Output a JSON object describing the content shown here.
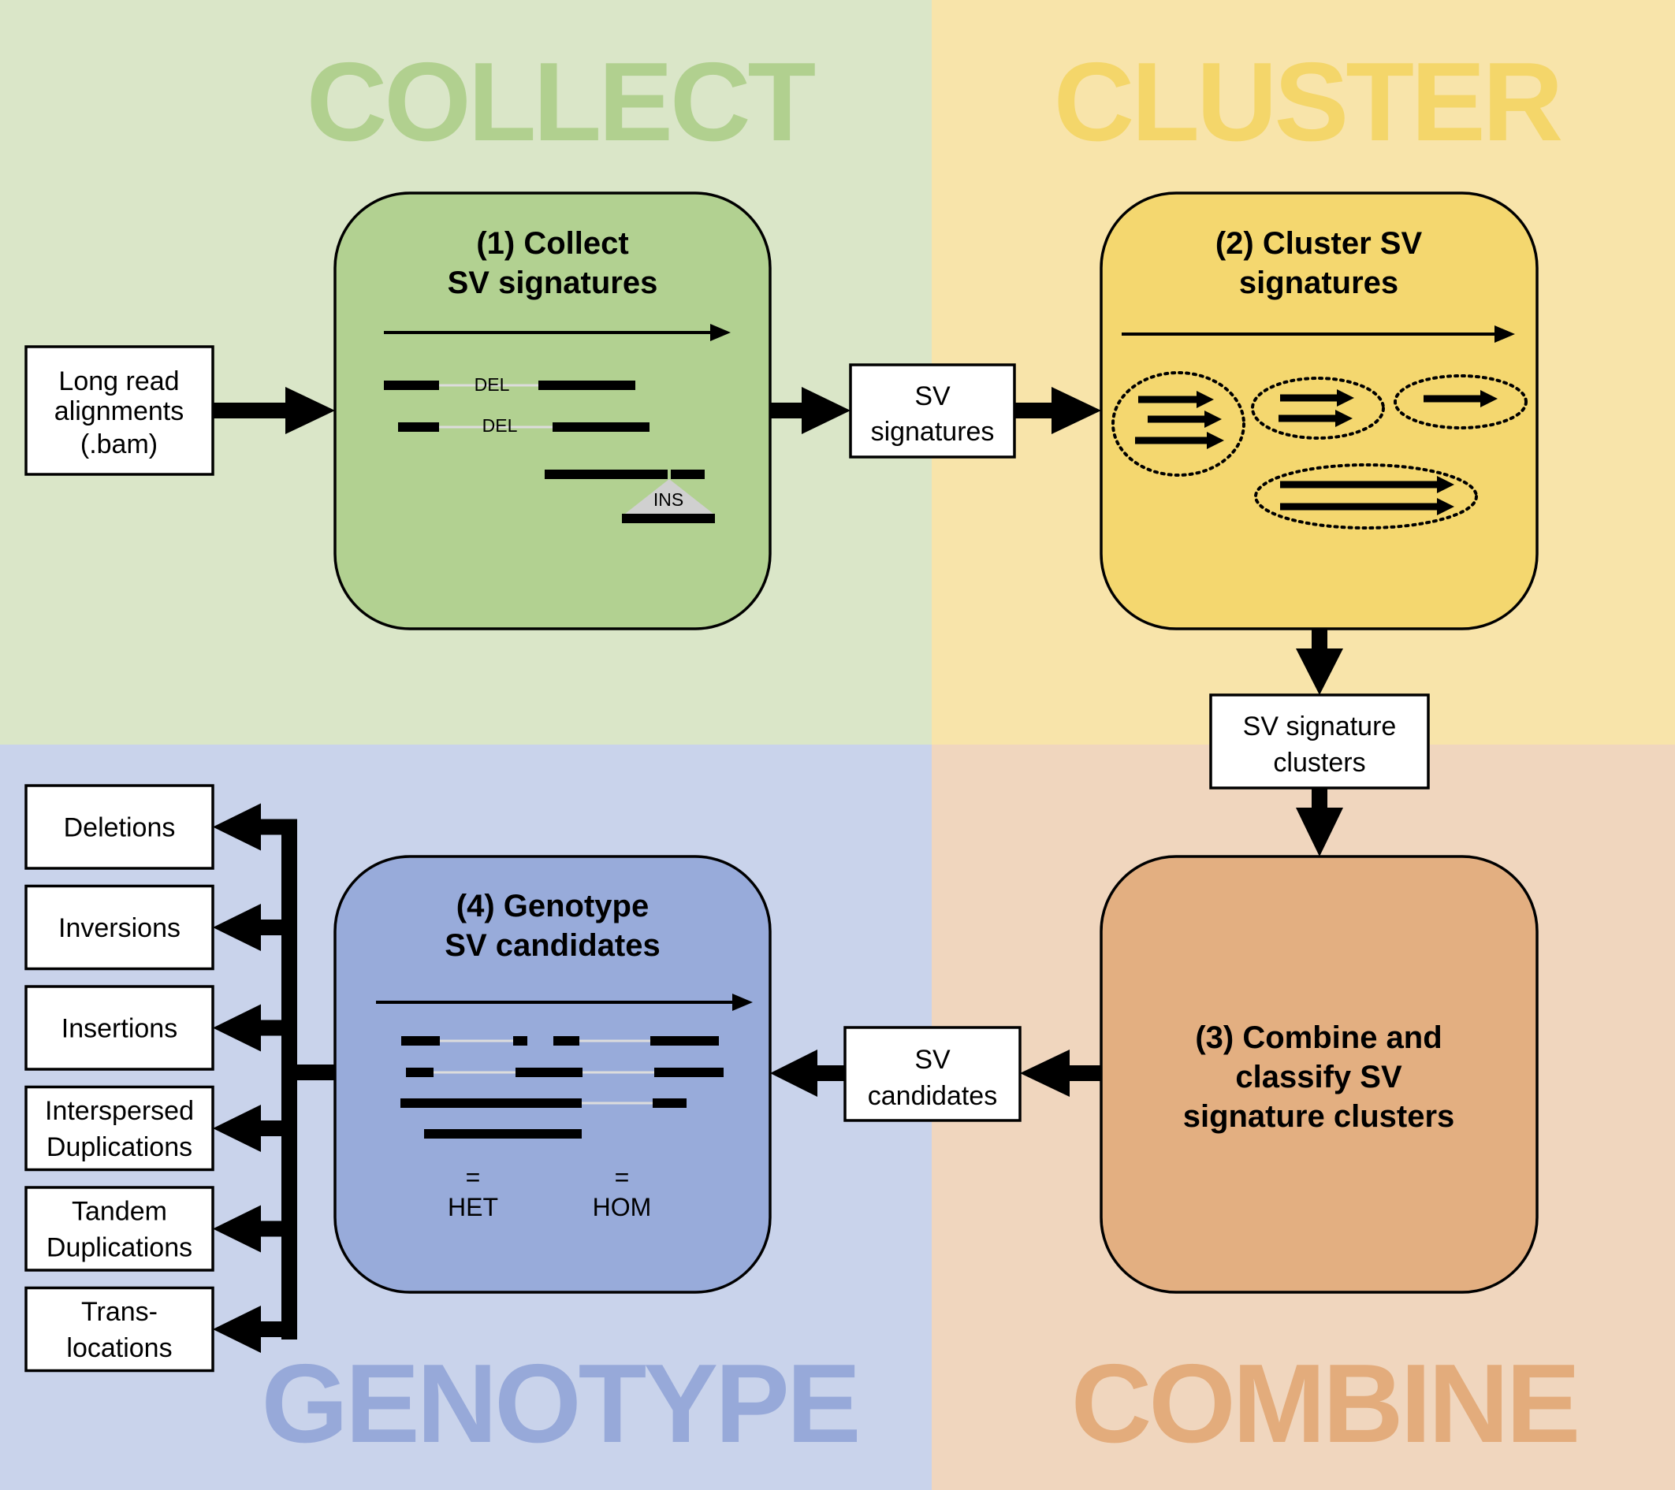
{
  "quadrants": {
    "collect": {
      "title": "COLLECT",
      "bg": "#dae6c8",
      "title_color": "#b1d08f"
    },
    "cluster": {
      "title": "CLUSTER",
      "bg": "#f8e4aa",
      "title_color": "#f4d66a"
    },
    "genotype": {
      "title": "GENOTYPE",
      "bg": "#c9d3eb",
      "title_color": "#97a9d9"
    },
    "combine": {
      "title": "COMBINE",
      "bg": "#f0d6be",
      "title_color": "#e3ac7c"
    }
  },
  "steps": {
    "collect": {
      "line1": "(1) Collect",
      "line2": "SV signatures",
      "fill": "#b2d191"
    },
    "cluster": {
      "line1": "(2) Cluster SV",
      "line2": "signatures",
      "fill": "#f4d76f"
    },
    "combine": {
      "line1": "(3) Combine and",
      "line2": "classify SV",
      "line3": "signature clusters",
      "fill": "#e3af81"
    },
    "genotype": {
      "line1": "(4) Genotype",
      "line2": "SV candidates",
      "fill": "#98abda"
    }
  },
  "io_boxes": {
    "input": {
      "line1": "Long read",
      "line2": "alignments",
      "line3": "(.bam)"
    },
    "signatures": {
      "line1": "SV",
      "line2": "signatures"
    },
    "clusters": {
      "line1": "SV signature",
      "line2": "clusters"
    },
    "candidates": {
      "line1": "SV",
      "line2": "candidates"
    }
  },
  "collect_labels": {
    "del": "DEL",
    "ins": "INS"
  },
  "genotype_labels": {
    "eq": "=",
    "het": "HET",
    "hom": "HOM"
  },
  "outputs": [
    {
      "line1": "Deletions"
    },
    {
      "line1": "Inversions"
    },
    {
      "line1": "Insertions"
    },
    {
      "line1": "Interspersed",
      "line2": "Duplications"
    },
    {
      "line1": "Tandem",
      "line2": "Duplications"
    },
    {
      "line1": "Trans-",
      "line2": "locations"
    }
  ]
}
